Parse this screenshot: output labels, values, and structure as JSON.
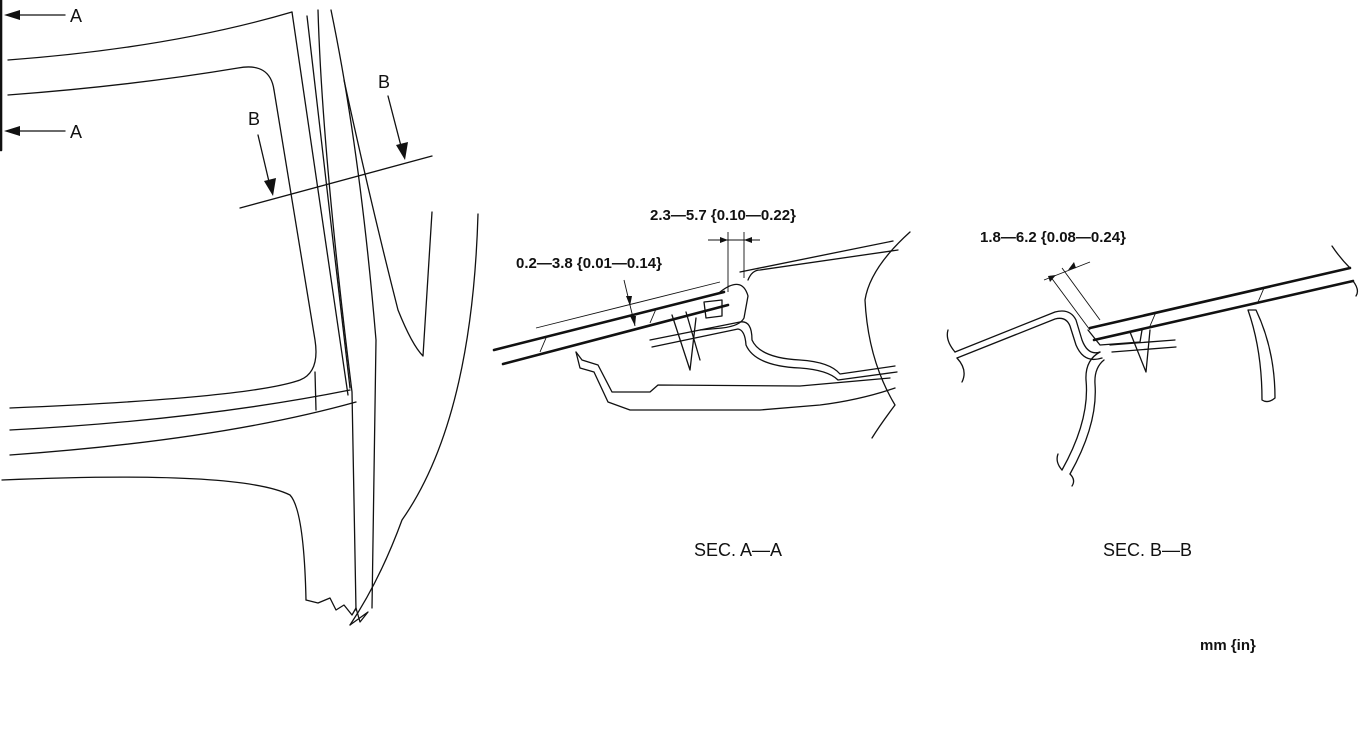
{
  "view_labels": {
    "a_upper": "A",
    "a_lower": "A",
    "b_left": "B",
    "b_right": "B"
  },
  "dimensions": {
    "sec_a_gap_outer": "2.3—5.7 {0.10—0.22}",
    "sec_a_gap_inner": "0.2—3.8 {0.01—0.14}",
    "sec_b_gap": "1.8—6.2 {0.08—0.24}"
  },
  "section_titles": {
    "sec_a": "SEC. A—A",
    "sec_b": "SEC. B—B"
  },
  "unit_note": "mm {in}"
}
